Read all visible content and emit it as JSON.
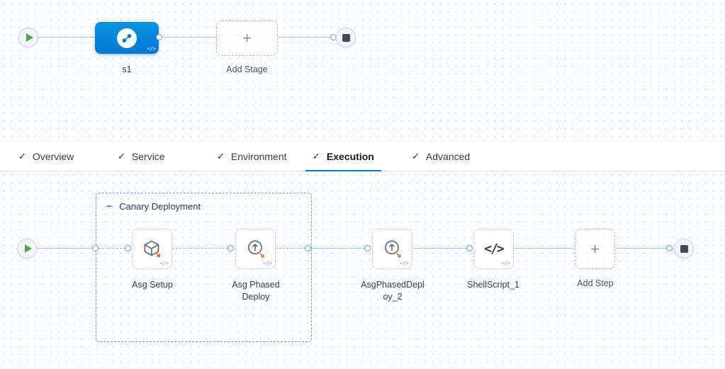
{
  "active_tab": "Execution",
  "icons": {
    "check": "✓",
    "plus": "+",
    "minus": "−",
    "code_badge": "</>",
    "shell_script_glyph": "</>"
  },
  "tabs": [
    "Overview",
    "Service",
    "Environment",
    "Execution",
    "Advanced"
  ],
  "stage_graph": {
    "stage_label": "s1",
    "add_stage_label": "Add Stage"
  },
  "execution_graph": {
    "group_label": "Canary Deployment",
    "steps": [
      {
        "label": "Asg Setup"
      },
      {
        "label": "Asg Phased Deploy"
      },
      {
        "label": "AsgPhasedDeploy_2"
      },
      {
        "label": "ShellScript_1"
      }
    ],
    "add_step_label": "Add Step"
  },
  "colors": {
    "accent": "#0278d5",
    "success_green": "#42ab45",
    "edge_blue": "#8ecbee",
    "icon_orange": "#ee7425"
  }
}
